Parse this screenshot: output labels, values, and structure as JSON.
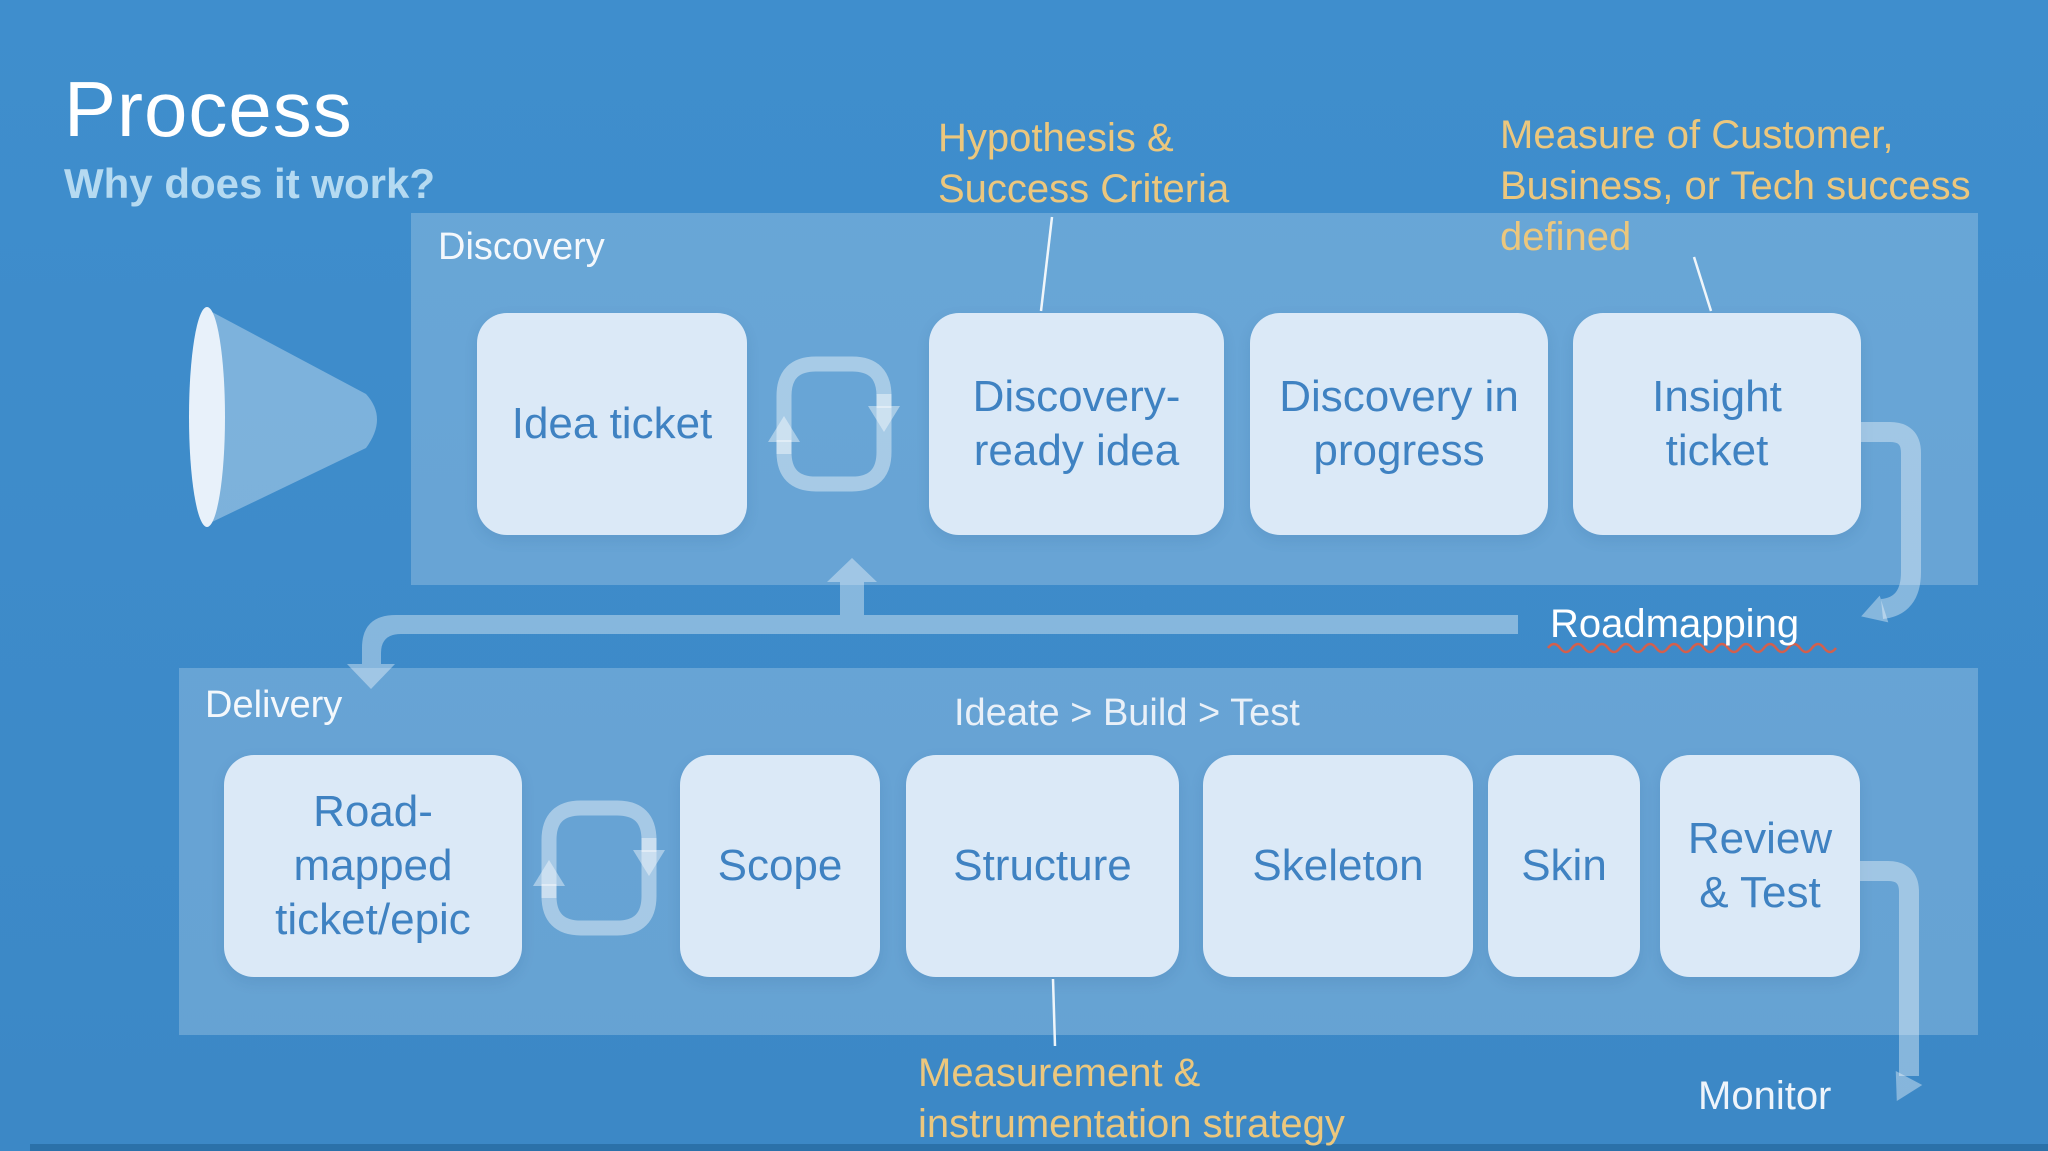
{
  "slide": {
    "title": "Process",
    "subtitle": "Why does it work?"
  },
  "annotations": {
    "hypothesis": "Hypothesis &\nSuccess Criteria",
    "measure": "Measure of Customer,\nBusiness, or Tech success\ndefined",
    "measurement": "Measurement &\ninstrumentation strategy"
  },
  "discovery": {
    "label": "Discovery",
    "boxes": [
      {
        "label": "Idea ticket"
      },
      {
        "label": "Discovery-\nready idea"
      },
      {
        "label": "Discovery in\nprogress"
      },
      {
        "label": "Insight\nticket"
      }
    ]
  },
  "delivery": {
    "label": "Delivery",
    "heading": "Ideate > Build > Test",
    "boxes": [
      {
        "label": "Road-\nmapped\nticket/epic"
      },
      {
        "label": "Scope"
      },
      {
        "label": "Structure"
      },
      {
        "label": "Skeleton"
      },
      {
        "label": "Skin"
      },
      {
        "label": "Review\n& Test"
      }
    ]
  },
  "connectors": {
    "roadmapping_label": "Roadmapping",
    "monitor_label": "Monitor"
  },
  "icons": {
    "funnel": "funnel-icon",
    "iteration_loop": "iteration-loop-icon"
  },
  "colors": {
    "background": "#3e8bca",
    "panel_overlay": "rgba(255,255,255,0.22)",
    "box_fill": "#dbe9f7",
    "box_text": "#3f82c2",
    "accent_gold": "#ecc77d",
    "subtitle_blue": "#b5daf1",
    "arrow_translucent": "rgba(255,255,255,0.38)",
    "wavy_underline": "#d2604e",
    "bottom_bar": "#2b71a9"
  }
}
